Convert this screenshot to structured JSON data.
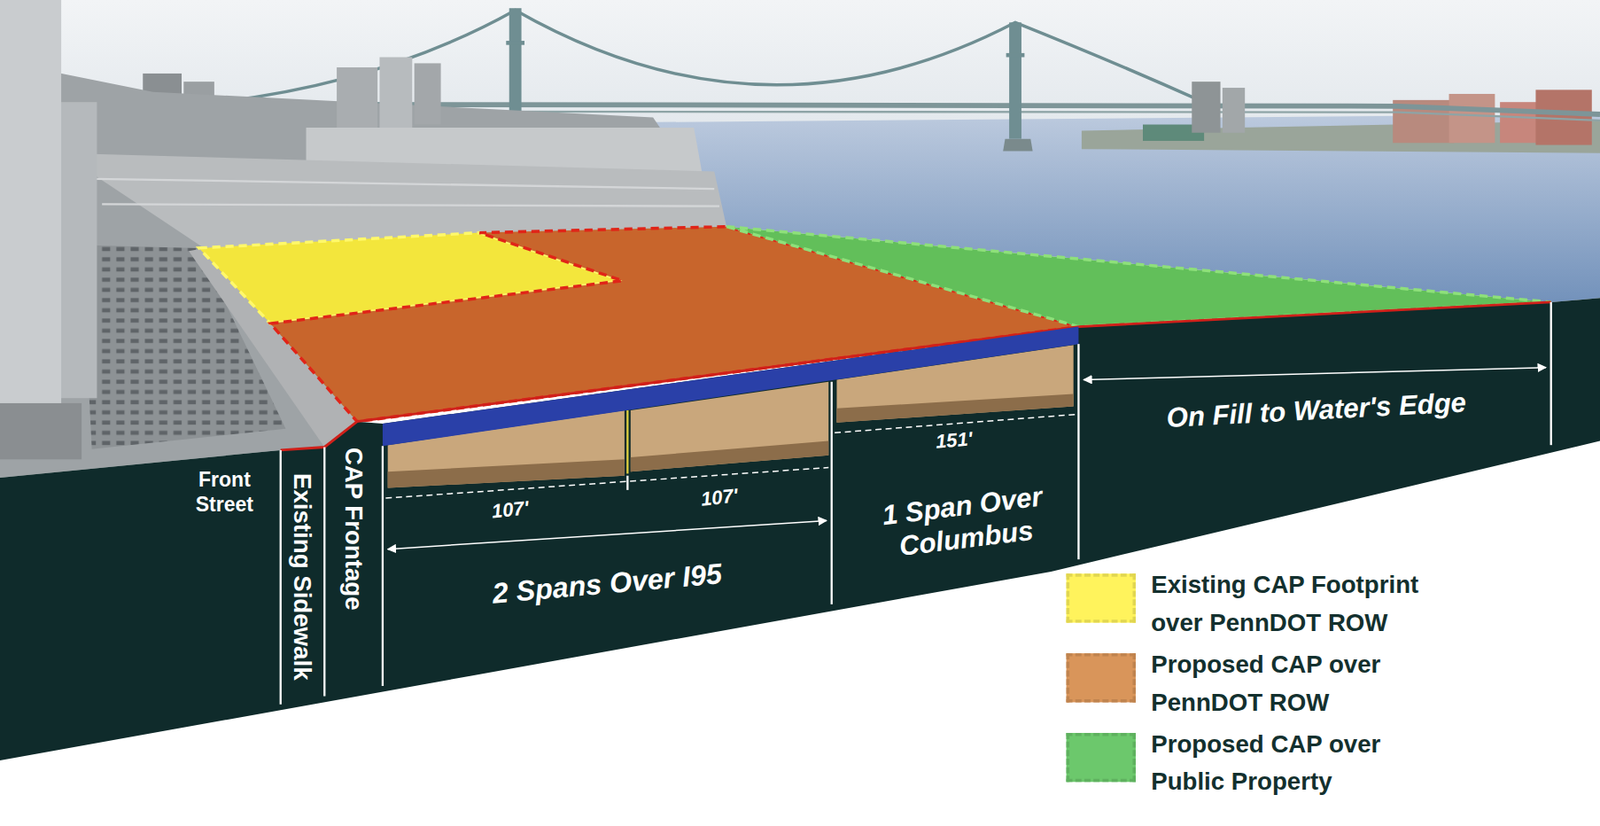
{
  "diagram": {
    "labels": [
      "Front Street",
      "Existing Sidewalk",
      "CAP Frontage",
      "107'",
      "107'",
      "151'",
      "On Fill to Water's Edge",
      "2 Spans Over I95",
      "1 Span Over Columbus"
    ],
    "legend": [
      {
        "text": "Existing CAP Footprint over PennDOT ROW",
        "color": "#fff35c"
      },
      {
        "text": "Proposed CAP over PennDOT ROW",
        "color": "#d9955a"
      },
      {
        "text": "Proposed CAP over Public Property",
        "color": "#6cc86c"
      }
    ]
  }
}
